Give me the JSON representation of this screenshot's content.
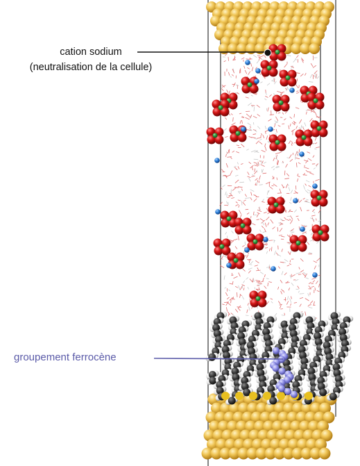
{
  "annotations": {
    "sodium": {
      "line1": "cation sodium",
      "line2": "(neutralisation de la cellule)",
      "color": "#111111"
    },
    "ferrocene": {
      "text": "groupement ferrocène",
      "color": "#5a5aa8"
    }
  },
  "colors": {
    "gold_light": "#f6d27a",
    "gold": "#e7b53f",
    "gold_dark": "#b9851c",
    "oxygen": "#d01818",
    "oxygen_dark": "#8a0808",
    "central_atom": "#2e9a3e",
    "sodium_ion": "#2c7fd8",
    "water_line": "#e07070",
    "carbon": "#3a3a3a",
    "hydrogen": "#f2f2f2",
    "ferrocene": "#8c8ce6",
    "cell_wall": "#333333"
  }
}
